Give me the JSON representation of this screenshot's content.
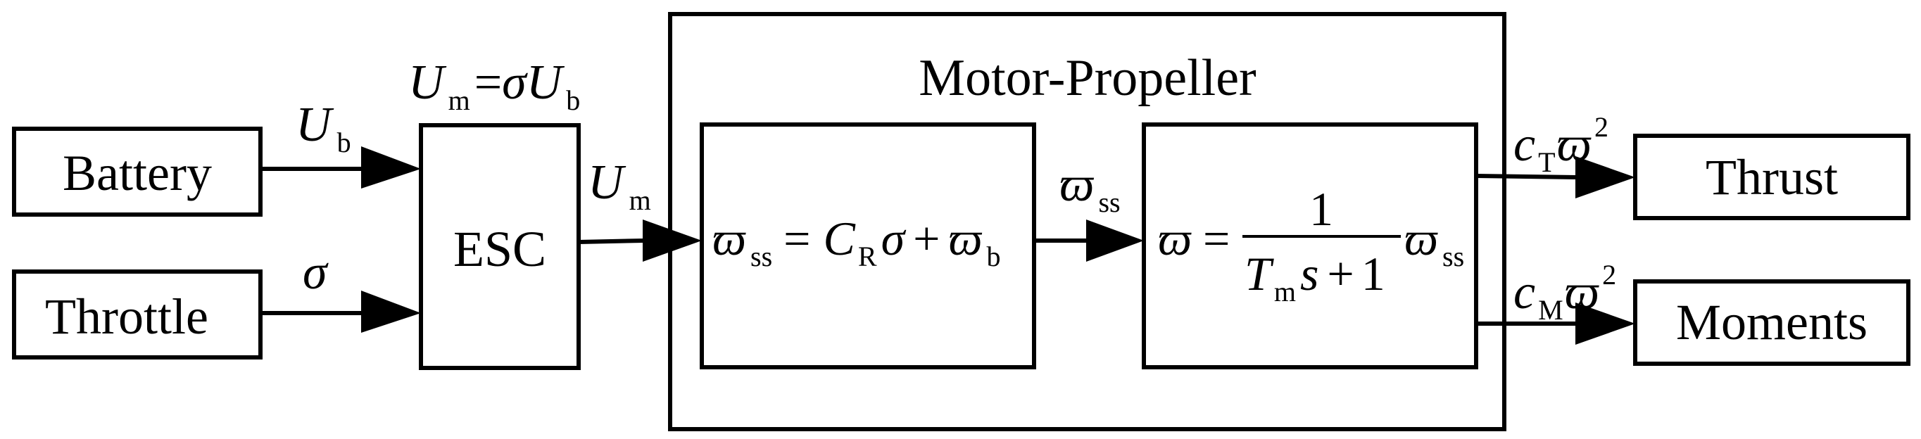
{
  "blocks": {
    "battery": "Battery",
    "throttle": "Throttle",
    "esc": "ESC",
    "motor_propeller": "Motor-Propeller",
    "thrust": "Thrust",
    "moments": "Moments"
  },
  "signals": {
    "ub": {
      "sym": "U",
      "sub": "b"
    },
    "sigma": {
      "sym": "σ"
    },
    "um": {
      "sym": "U",
      "sub": "m"
    },
    "omega_ss": {
      "sym": "ϖ",
      "sub": "ss"
    },
    "thrust_out": {
      "coef": "c",
      "coef_sub": "T",
      "sym": "ϖ",
      "sup": "2"
    },
    "moments_out": {
      "coef": "c",
      "coef_sub": "M",
      "sym": "ϖ",
      "sup": "2"
    }
  },
  "equations": {
    "esc_relation": {
      "lhs": "U",
      "lhs_sub": "m",
      "eq": "=",
      "s": "σ",
      "rhs": "U",
      "rhs_sub": "b"
    },
    "steady_state": {
      "lhs": "ϖ",
      "lhs_sub": "ss",
      "eq": "=",
      "c": "C",
      "c_sub": "R",
      "s": "σ",
      "plus": "+",
      "w": "ϖ",
      "w_sub": "b"
    },
    "dynamics": {
      "lhs": "ϖ",
      "eq": "=",
      "num": "1",
      "den_t": "T",
      "den_t_sub": "m",
      "den_s": "s",
      "den_plus": "+",
      "den_one": "1",
      "rhs": "ϖ",
      "rhs_sub": "ss"
    }
  }
}
